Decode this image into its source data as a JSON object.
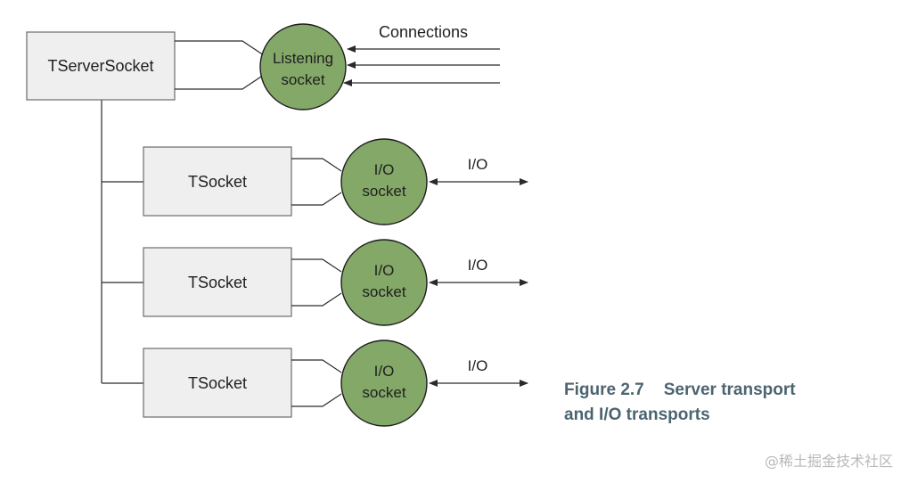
{
  "server": {
    "box_label": "TServerSocket",
    "listener_line1": "Listening",
    "listener_line2": "socket",
    "connections_label": "Connections"
  },
  "clients": [
    {
      "box_label": "TSocket",
      "socket_line1": "I/O",
      "socket_line2": "socket",
      "io_label": "I/O"
    },
    {
      "box_label": "TSocket",
      "socket_line1": "I/O",
      "socket_line2": "socket",
      "io_label": "I/O"
    },
    {
      "box_label": "TSocket",
      "socket_line1": "I/O",
      "socket_line2": "socket",
      "io_label": "I/O"
    }
  ],
  "caption": {
    "figure_number": "Figure 2.7",
    "title_line1": "Server transport",
    "title_line2": "and I/O transports"
  },
  "watermark": "@稀土掘金技术社区",
  "colors": {
    "socket_fill": "#84a868",
    "box_fill": "#efefef",
    "caption_color": "#4c6470"
  }
}
